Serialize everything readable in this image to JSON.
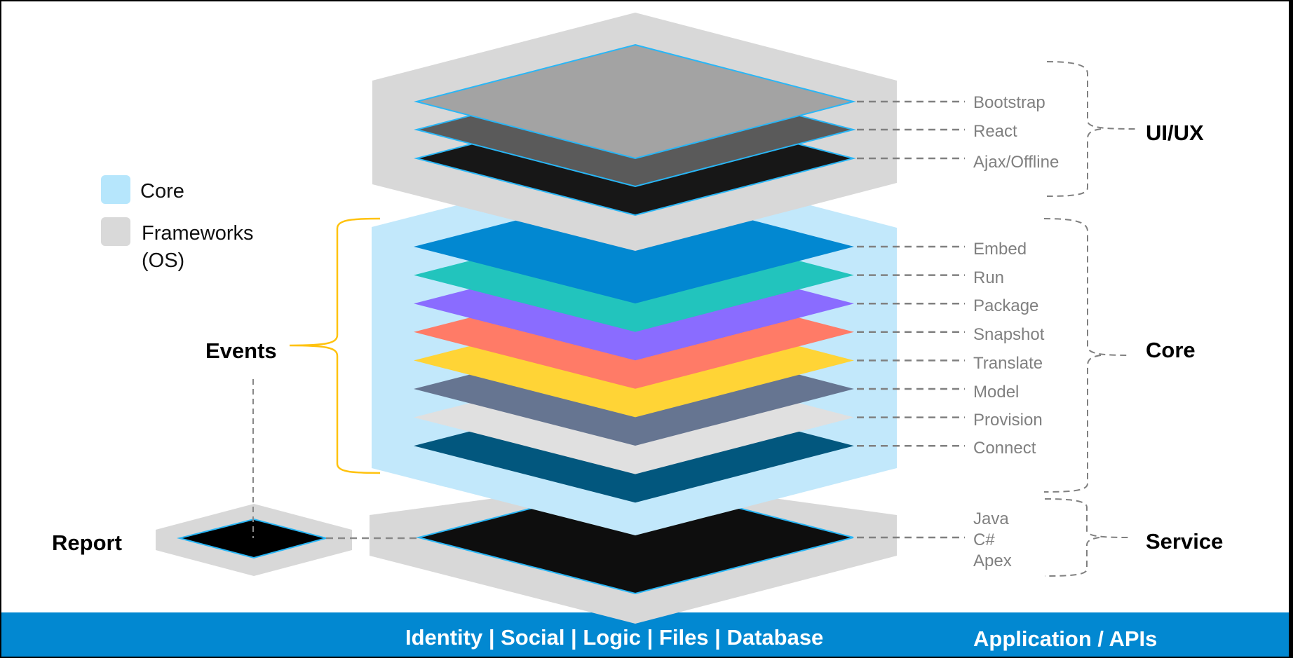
{
  "colors": {
    "framework_gray": "#d8d8d8",
    "core_blue": "#c2e8fb",
    "outline": "#29b6f6",
    "brace_yellow": "#ffc20e",
    "dash_gray": "#808080",
    "bar_blue": "#0288d1"
  },
  "legend": {
    "items": [
      {
        "label": "Core",
        "color": "#b6e6fc"
      },
      {
        "label": "Frameworks",
        "label2": "(OS)",
        "color": "#d9d9d9"
      }
    ]
  },
  "ui_layers": [
    {
      "label": "Bootstrap",
      "color": "#a3a3a3"
    },
    {
      "label": "React",
      "color": "#5a5a5a"
    },
    {
      "label": "Ajax/Offline",
      "color": "#171717"
    }
  ],
  "core_layers": [
    {
      "label": "Embed",
      "color": "#0288d1"
    },
    {
      "label": "Run",
      "color": "#22c4bd"
    },
    {
      "label": "Package",
      "color": "#8a6cff"
    },
    {
      "label": "Snapshot",
      "color": "#ff7b67"
    },
    {
      "label": "Translate",
      "color": "#ffd436"
    },
    {
      "label": "Model",
      "color": "#667591"
    },
    {
      "label": "Provision",
      "color": "#e0e0e0"
    },
    {
      "label": "Connect",
      "color": "#02577e"
    }
  ],
  "service_layer": {
    "color": "#0e0e0e",
    "languages": [
      "Java",
      "C#",
      "Apex"
    ]
  },
  "report_layer": {
    "color": "#000000"
  },
  "groups": {
    "uiux": "UI/UX",
    "core": "Core",
    "service": "Service",
    "events": "Events",
    "report": "Report"
  },
  "bottom_bar": {
    "left_text": "Identity | Social | Logic | Files | Database",
    "right_text": "Application / APIs"
  }
}
